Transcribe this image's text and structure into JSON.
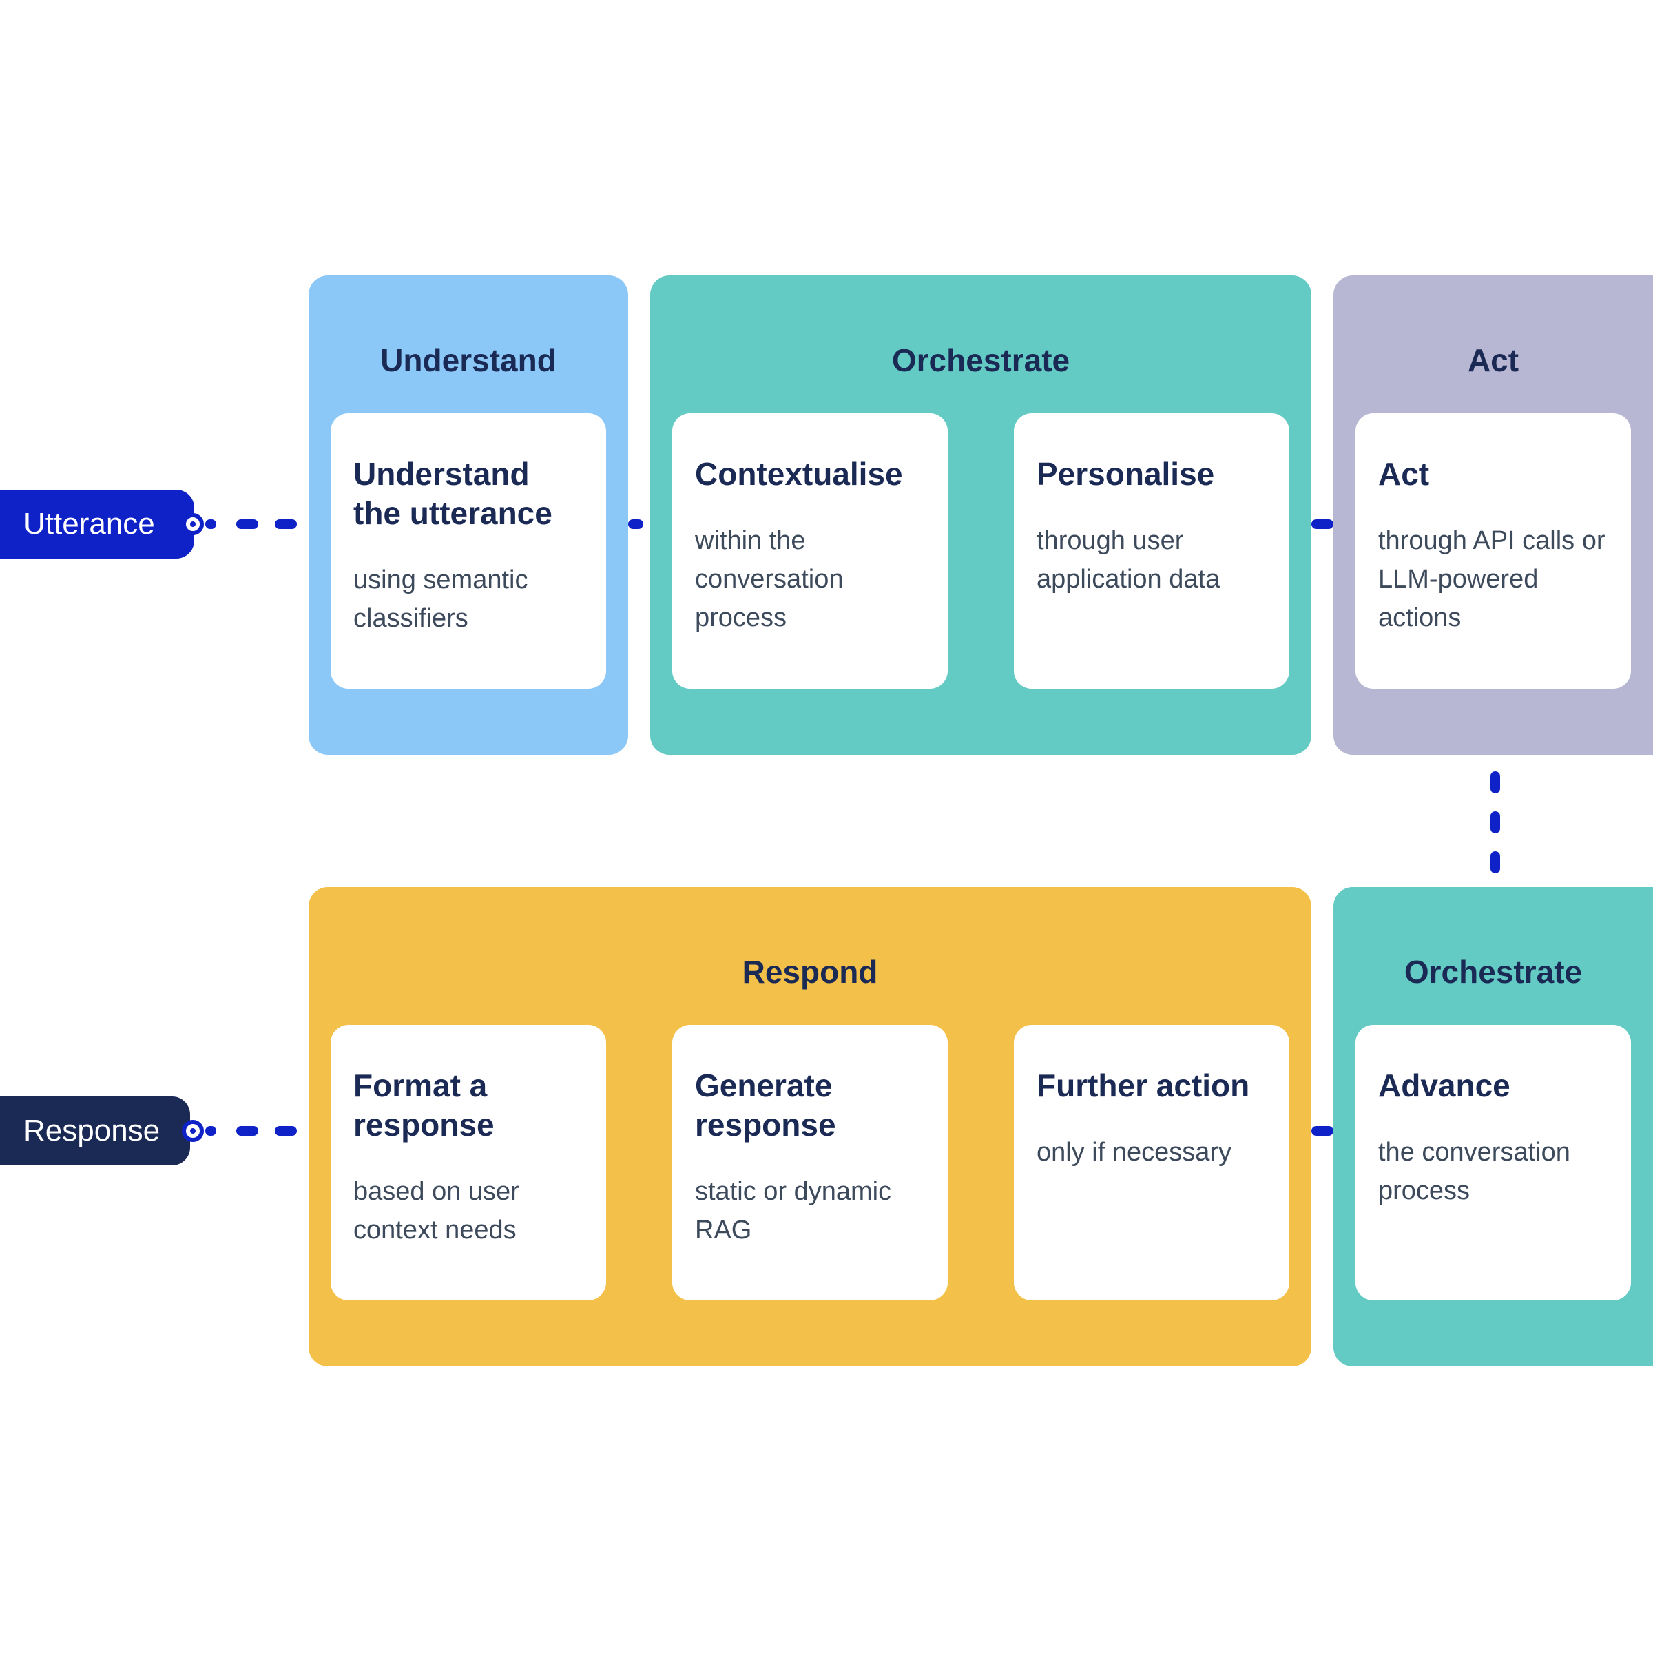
{
  "colors": {
    "understand": "#8cc8f7",
    "orchestrate": "#63cbc3",
    "act": "#b8b7d3",
    "respond": "#f3c04a",
    "utterance_pill": "#0f22c8",
    "response_pill": "#1b2a55",
    "connector": "#0f22c8"
  },
  "inputs": {
    "utterance": "Utterance",
    "response": "Response"
  },
  "groups": {
    "understand": {
      "title": "Understand",
      "cards": [
        {
          "title": "Understand the utterance",
          "text": "using semantic classifiers"
        }
      ]
    },
    "orchestrate_top": {
      "title": "Orchestrate",
      "cards": [
        {
          "title": "Contextualise",
          "text": "within the conversation process"
        },
        {
          "title": "Personalise",
          "text": "through user application data"
        }
      ]
    },
    "act": {
      "title": "Act",
      "cards": [
        {
          "title": "Act",
          "text": "through API calls or LLM-powered actions"
        }
      ]
    },
    "respond": {
      "title": "Respond",
      "cards": [
        {
          "title": "Format a response",
          "text": "based on user context needs"
        },
        {
          "title": "Generate response",
          "text": "static or dynamic RAG"
        },
        {
          "title": "Further action",
          "text": "only if necessary"
        }
      ]
    },
    "orchestrate_bottom": {
      "title": "Orchestrate",
      "cards": [
        {
          "title": "Advance",
          "text": "the conversation process"
        }
      ]
    }
  }
}
